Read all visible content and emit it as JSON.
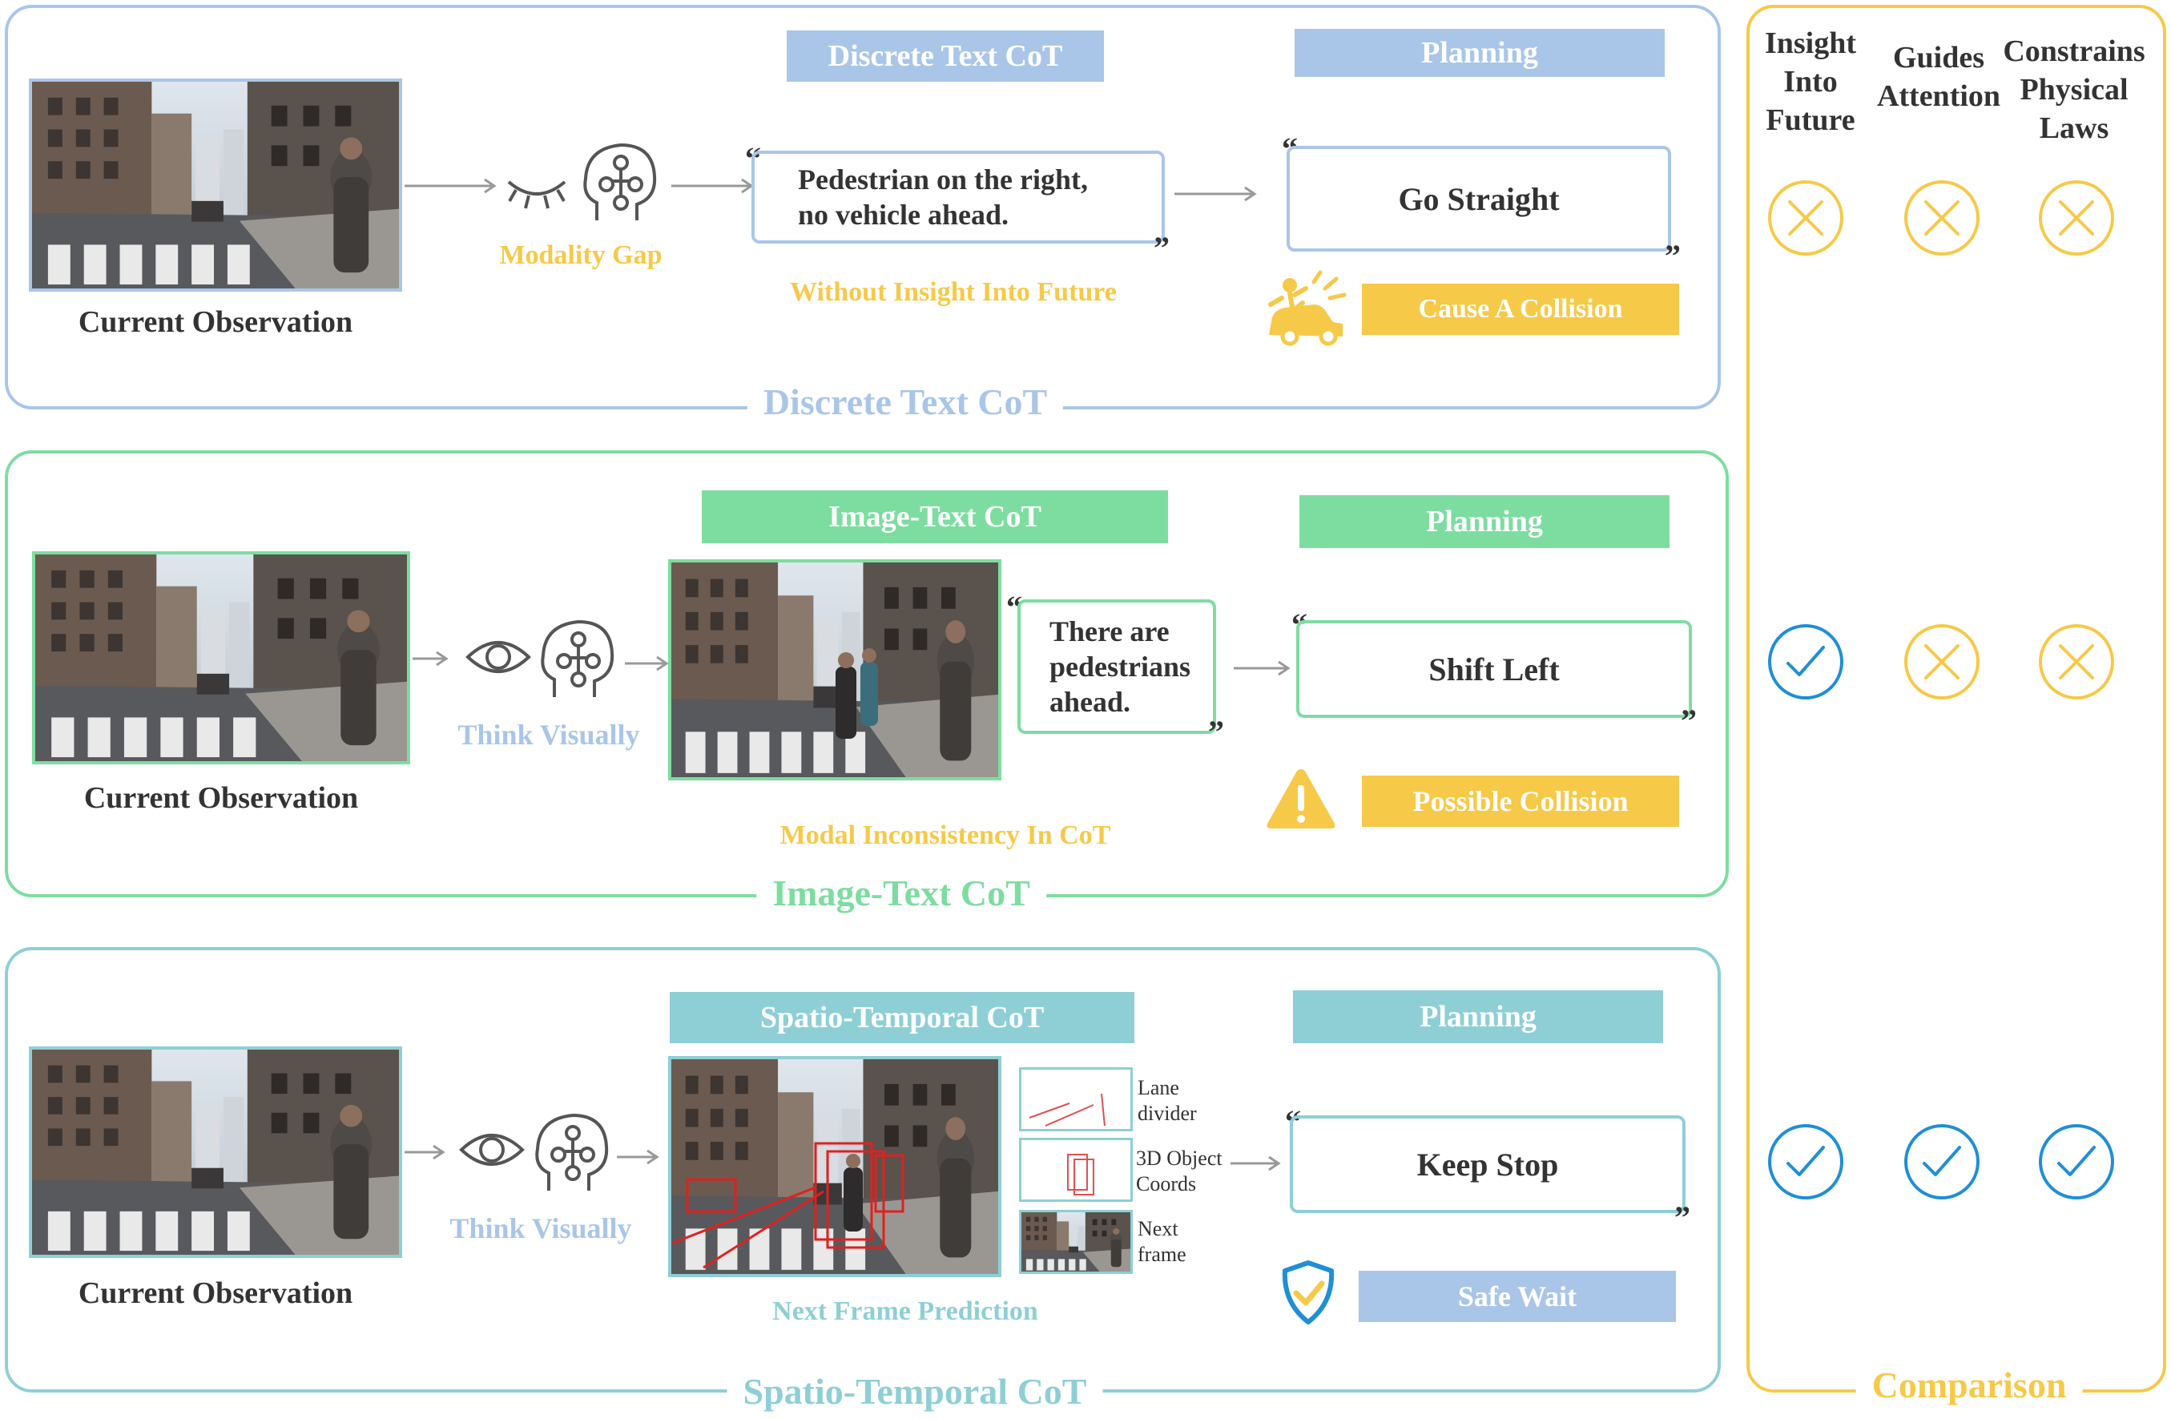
{
  "colors": {
    "blue": "#a9c6e8",
    "green": "#7ddda0",
    "teal": "#8ecfd6",
    "yellow": "#f7c948",
    "check_blue": "#1f8fd6",
    "cross_yellow": "#f7c948"
  },
  "section1": {
    "title": "Discrete Text CoT",
    "pill": "Discrete Text CoT",
    "planning": "Planning",
    "obs_caption": "Current Observation",
    "icon_label": "Modality Gap",
    "text_cot": "Pedestrian on the right,\nno vehicle ahead.",
    "sub_label": "Without Insight Into Future",
    "decision": "Go Straight",
    "outcome": "Cause A Collision",
    "icons": [
      "closed-eye-icon",
      "brain-network-icon",
      "car-crash-icon"
    ]
  },
  "section2": {
    "title": "Image-Text CoT",
    "pill": "Image-Text CoT",
    "planning": "Planning",
    "obs_caption": "Current Observation",
    "icon_label": "Think Visually",
    "text_cot": "There are\npedestrians\nahead.",
    "sub_label": "Modal Inconsistency In CoT",
    "decision": "Shift Left",
    "outcome": "Possible Collision",
    "icons": [
      "eye-icon",
      "brain-network-icon",
      "warning-icon"
    ]
  },
  "section3": {
    "title": "Spatio-Temporal CoT",
    "pill": "Spatio-Temporal CoT",
    "planning": "Planning",
    "obs_caption": "Current Observation",
    "icon_label": "Think Visually",
    "sub_label": "Next Frame Prediction",
    "components": [
      {
        "label": "Lane\ndivider"
      },
      {
        "label": "3D Object\nCoords"
      },
      {
        "label": "Next\nframe"
      }
    ],
    "decision": "Keep Stop",
    "outcome": "Safe Wait",
    "icons": [
      "eye-icon",
      "brain-network-icon",
      "shield-check-icon"
    ]
  },
  "comparison": {
    "title": "Comparison",
    "headers": [
      "Insight\nInto\nFuture",
      "Guides\nAttention",
      "Constrains\nPhysical\nLaws"
    ],
    "rows": [
      [
        "cross",
        "cross",
        "cross"
      ],
      [
        "check",
        "cross",
        "cross"
      ],
      [
        "check",
        "check",
        "check"
      ]
    ]
  }
}
